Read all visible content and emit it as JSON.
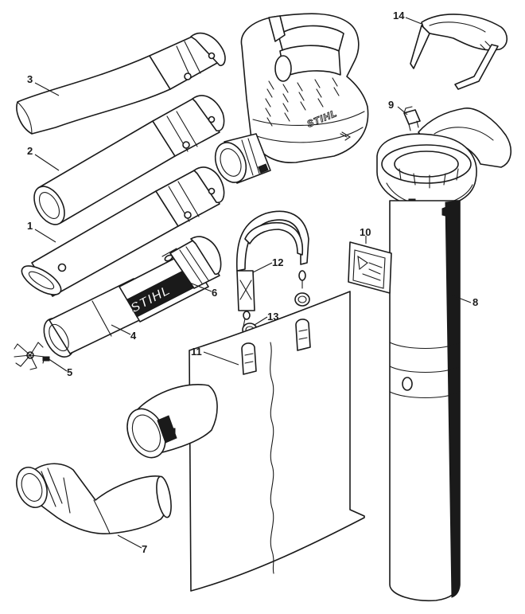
{
  "brand": "STIHL",
  "callouts": {
    "c1": "1",
    "c2": "2",
    "c3": "3",
    "c4": "4",
    "c5": "5",
    "c6": "6",
    "c7": "7",
    "c8": "8",
    "c9": "9",
    "c10": "10",
    "c11": "11",
    "c12": "12",
    "c13": "13",
    "c14": "14"
  }
}
